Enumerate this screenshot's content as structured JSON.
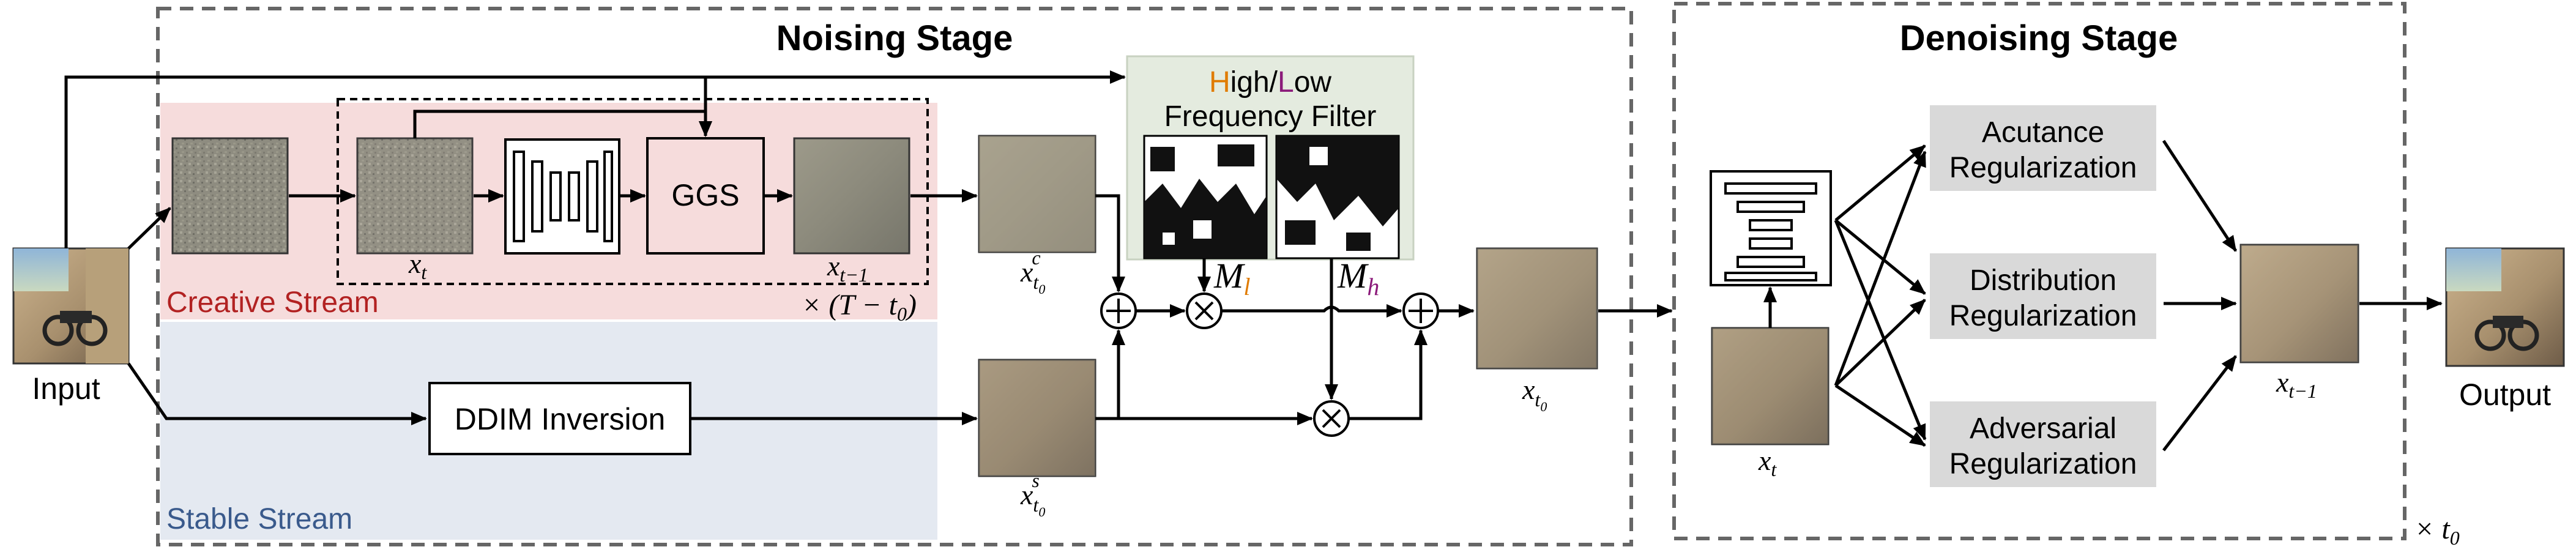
{
  "stages": {
    "noising": "Noising Stage",
    "denoising": "Denoising Stage"
  },
  "streams": {
    "creative": "Creative Stream",
    "stable": "Stable Stream"
  },
  "labels": {
    "input": "Input",
    "output": "Output",
    "ggs": "GGS",
    "ddim": "DDIM Inversion",
    "filter_line1_h": "H",
    "filter_line1_mid1": "igh/",
    "filter_line1_l": "L",
    "filter_line1_mid2": "ow",
    "filter_line2": "Frequency Filter",
    "acutance": [
      "Acutance",
      "Regularization"
    ],
    "distribution": [
      "Distribution",
      "Regularization"
    ],
    "adversarial": [
      "Adversarial",
      "Regularization"
    ]
  },
  "math": {
    "x": "x",
    "t": "t",
    "t_minus_1": "t−1",
    "t0_sub": "t",
    "zero": "0",
    "c": "c",
    "s": "s",
    "M": "M",
    "l": "l",
    "h": "h",
    "repeat_creative": "× (T − t",
    "repeat_creative_end": ")",
    "repeat_denoise": "× t"
  },
  "colors": {
    "creative_bg": "#f6dcdc",
    "creative_text": "#b22222",
    "stable_bg": "#e4e9f1",
    "stable_text": "#3a5a8c",
    "filter_bg": "#e4ebdf",
    "reg_bg": "#d9d9d9",
    "orange": "#e07b00",
    "purple": "#8b1a7a"
  }
}
